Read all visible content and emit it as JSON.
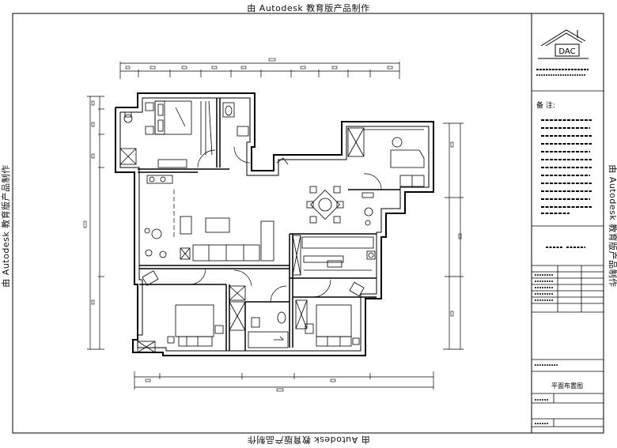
{
  "watermark": {
    "top": "由 Autodesk 教育版产品制作",
    "bottom": "由 Autodesk 教育版产品制作",
    "left": "由 Autodesk 教育版产品制作",
    "right": "由 Autodesk 教育版产品制作"
  },
  "title_block": {
    "logo_text": "DAC",
    "notes_heading": "备 注:",
    "drawing_name": "平面布置图"
  }
}
